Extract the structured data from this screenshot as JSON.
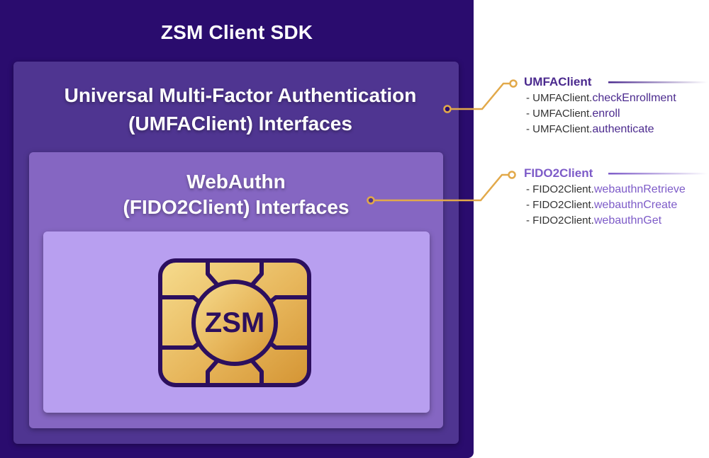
{
  "sdk": {
    "title": "ZSM Client SDK"
  },
  "umfa": {
    "title_line1": "Universal Multi-Factor Authentication",
    "title_line2": "(UMFAClient) Interfaces"
  },
  "webauthn": {
    "title_line1": "WebAuthn",
    "title_line2": "(FIDO2Client) Interfaces"
  },
  "chip": {
    "label": "ZSM",
    "icon": "smart-chip-icon"
  },
  "umfa_api": {
    "heading": "UMFAClient",
    "items": [
      {
        "prefix": "- UMFAClient.",
        "method": "checkEnrollment"
      },
      {
        "prefix": "- UMFAClient.",
        "method": "enroll"
      },
      {
        "prefix": "- UMFAClient.",
        "method": "authenticate"
      }
    ]
  },
  "fido_api": {
    "heading": "FIDO2Client",
    "items": [
      {
        "prefix": "- FIDO2Client.",
        "method": "webauthnRetrieve"
      },
      {
        "prefix": "- FIDO2Client.",
        "method": "webauthnCreate"
      },
      {
        "prefix": "- FIDO2Client.",
        "method": "webauthnGet"
      }
    ]
  },
  "colors": {
    "sdk_bg": "#2a0c6e",
    "umfa_bg": "#4f3591",
    "webauthn_bg": "#8566c2",
    "chip_area_bg": "#b89ff0",
    "gold": "#e2a94a",
    "umfa_accent": "#4b2a8e",
    "fido_accent": "#7d5bc8"
  }
}
